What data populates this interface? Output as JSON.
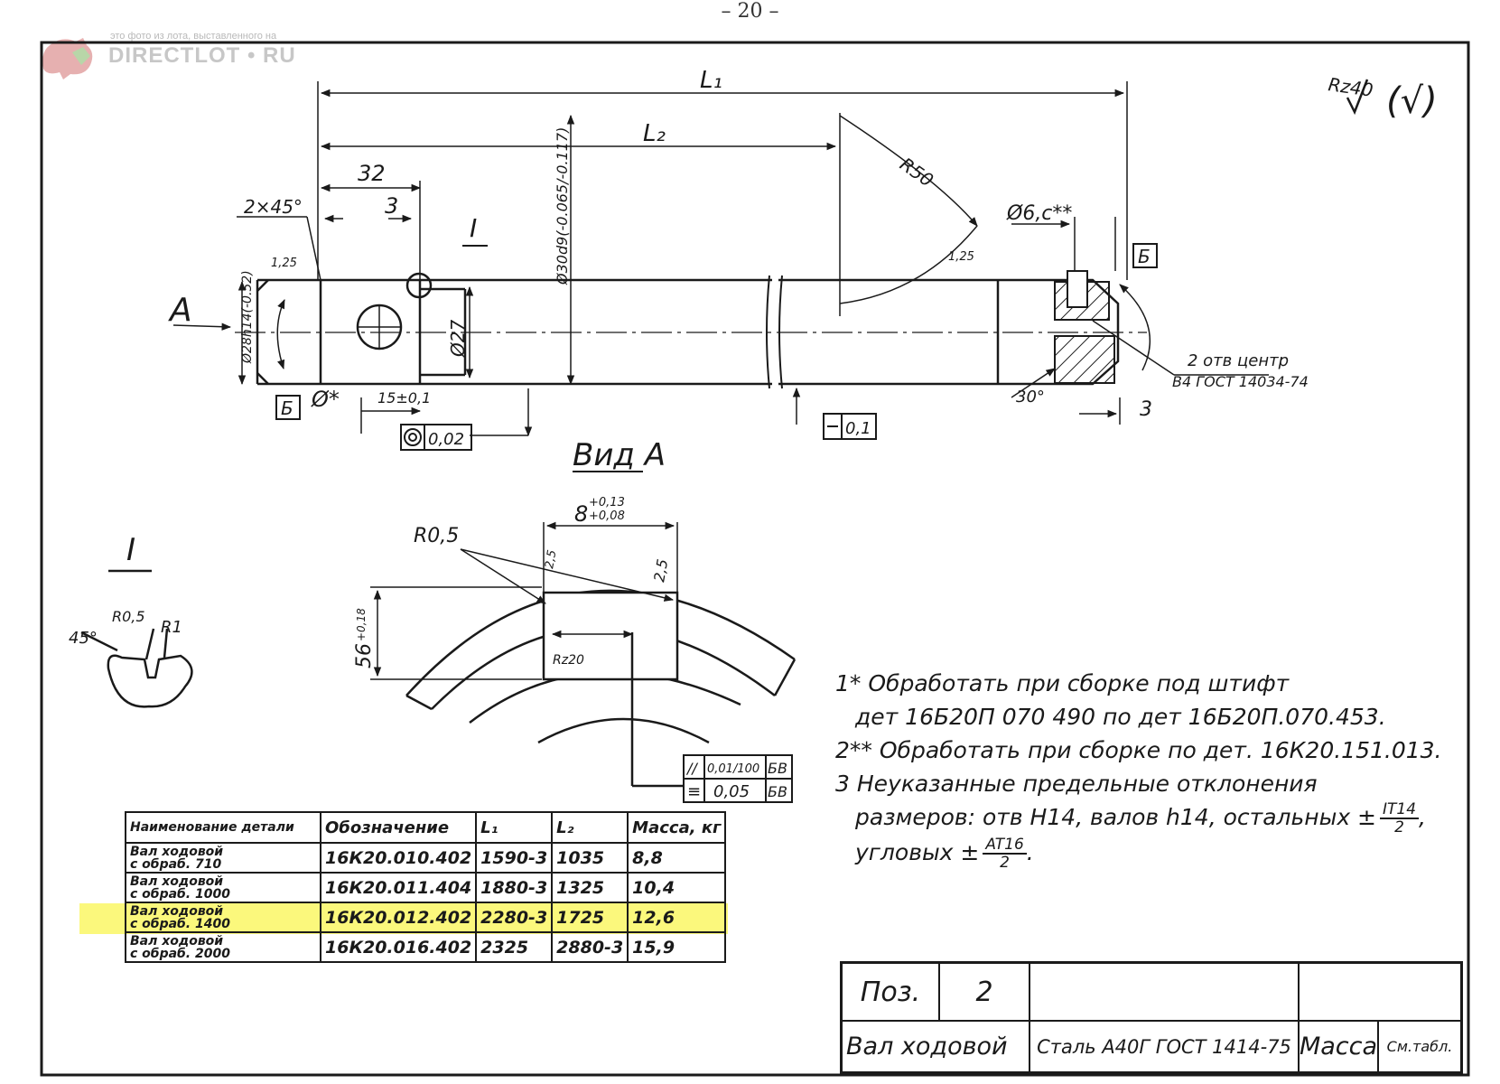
{
  "page": {
    "number": "– 20 –"
  },
  "watermark": {
    "small": "это фото из лота, выставленного на",
    "brand": "DIRECTLOT • RU"
  },
  "surface": {
    "rz": "Rz40",
    "paren": "(√)"
  },
  "dims": {
    "L1": "L₁",
    "L2": "L₂",
    "d32": "32",
    "d3a": "3",
    "d2x45": "2×45°",
    "dia30": "Ø30d9(-0.065/-0.117)",
    "dia27": "Ø27",
    "dia28": "Ø28h14(-0.52)",
    "r50": "R50",
    "r125a": "1,25",
    "r125b": "1,25",
    "dia6": "Ø6,с**",
    "dia_star": "Ø*",
    "d15": "15±0,1",
    "d30deg": "30°",
    "d3b": "3",
    "label_A": "A",
    "label_B1": "Б",
    "label_B2": "Б",
    "detail_I_mark": "I"
  },
  "tolerances": {
    "conc": "0,02",
    "flat": "0,1"
  },
  "center_hole": {
    "line1": "2 отв центр",
    "line2": "В4 ГОСТ 14034-74"
  },
  "view_a": {
    "title": "Вид A",
    "r05": "R0,5",
    "width": "8",
    "width_tol_top": "+0,13",
    "width_tol_bot": "+0,08",
    "depth": "56",
    "depth_tol": "+0,18",
    "rough1": "2,5",
    "rough2": "2,5",
    "rz20": "Rz20",
    "ftc": [
      {
        "sym": "//",
        "val": "0,01/100",
        "datum": "БВ"
      },
      {
        "sym": "≡",
        "val": "0,05",
        "datum": "БВ"
      }
    ]
  },
  "detail_i": {
    "title": "I",
    "a45": "45°",
    "r05": "R0,5",
    "r1": "R1"
  },
  "notes": [
    "1* Обработать при сборке под штифт",
    "дет 16Б20П 070 490 по дет 16Б20П.070.453.",
    "2** Обработать при сборке по дет. 16К20.151.013.",
    "3 Неуказанные предельные отклонения",
    "размеров: отв H14, валов h14, остальных ±",
    "IT14",
    "2",
    ",",
    "угловых ±",
    "AT16",
    "2",
    "."
  ],
  "table": {
    "headers": [
      "Наименование детали",
      "Обозначение",
      "L₁",
      "L₂",
      "Масса, кг"
    ],
    "rows": [
      {
        "name1": "Вал ходовой",
        "name2": "с обраб. 710",
        "designation": "16К20.010.402",
        "l1": "1590-3",
        "l2": "1035",
        "mass": "8,8"
      },
      {
        "name1": "Вал ходовой",
        "name2": "с обраб. 1000",
        "designation": "16К20.011.404",
        "l1": "1880-3",
        "l2": "1325",
        "mass": "10,4"
      },
      {
        "name1": "Вал ходовой",
        "name2": "с обраб. 1400",
        "designation": "16К20.012.402",
        "l1": "2280-3",
        "l2": "1725",
        "mass": "12,6"
      },
      {
        "name1": "Вал ходовой",
        "name2": "с обраб. 2000",
        "designation": "16К20.016.402",
        "l1": "2325",
        "l2": "2880-3",
        "mass": "15,9"
      }
    ]
  },
  "title_block": {
    "pos_label": "Поз.",
    "pos_value": "2",
    "name": "Вал ходовой",
    "material": "Сталь А40Г ГОСТ 1414-75",
    "mass_label": "Масса",
    "mass_value": "См.табл."
  }
}
